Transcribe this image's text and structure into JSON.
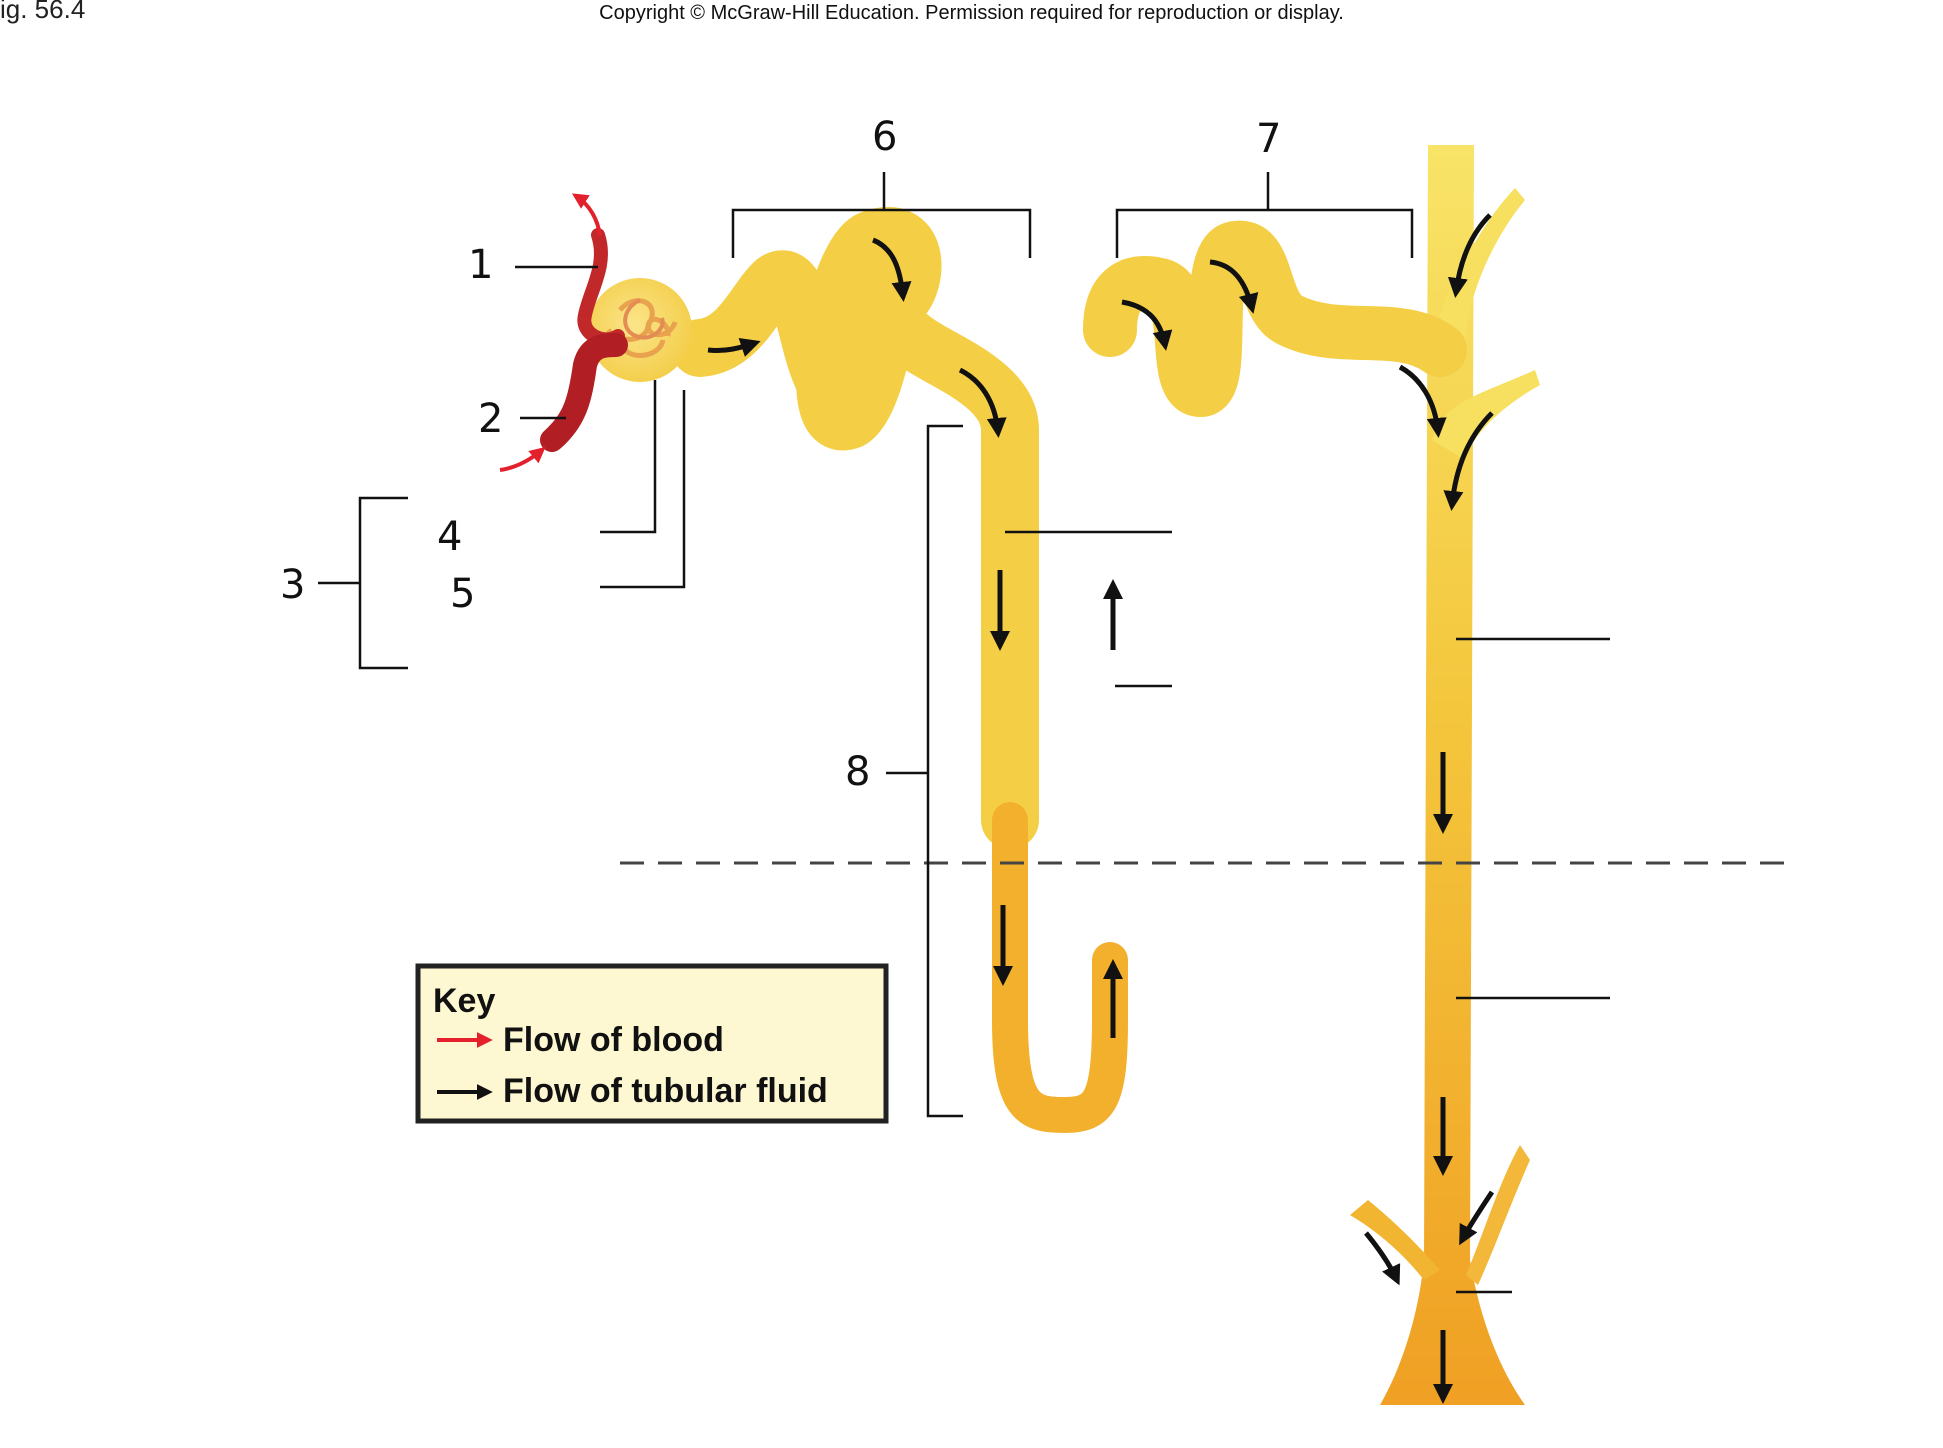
{
  "figure": {
    "label": "ig. 56.4"
  },
  "copyright": "Copyright © McGraw-Hill Education. Permission required for reproduction or display.",
  "labels": [
    "1",
    "2",
    "3",
    "4",
    "5",
    "6",
    "7",
    "8"
  ],
  "key": {
    "title": "Key",
    "items": [
      {
        "text": "Flow of blood",
        "color": "#e3202b",
        "icon": "red-arrow-icon"
      },
      {
        "text": "Flow of tubular fluid",
        "color": "#111111",
        "icon": "black-arrow-icon"
      }
    ]
  },
  "colors": {
    "tubule": "#f4cf45",
    "tubule_deep": "#f0a624",
    "blood": "#c0282a",
    "key_bg": "#fdf7d2"
  }
}
